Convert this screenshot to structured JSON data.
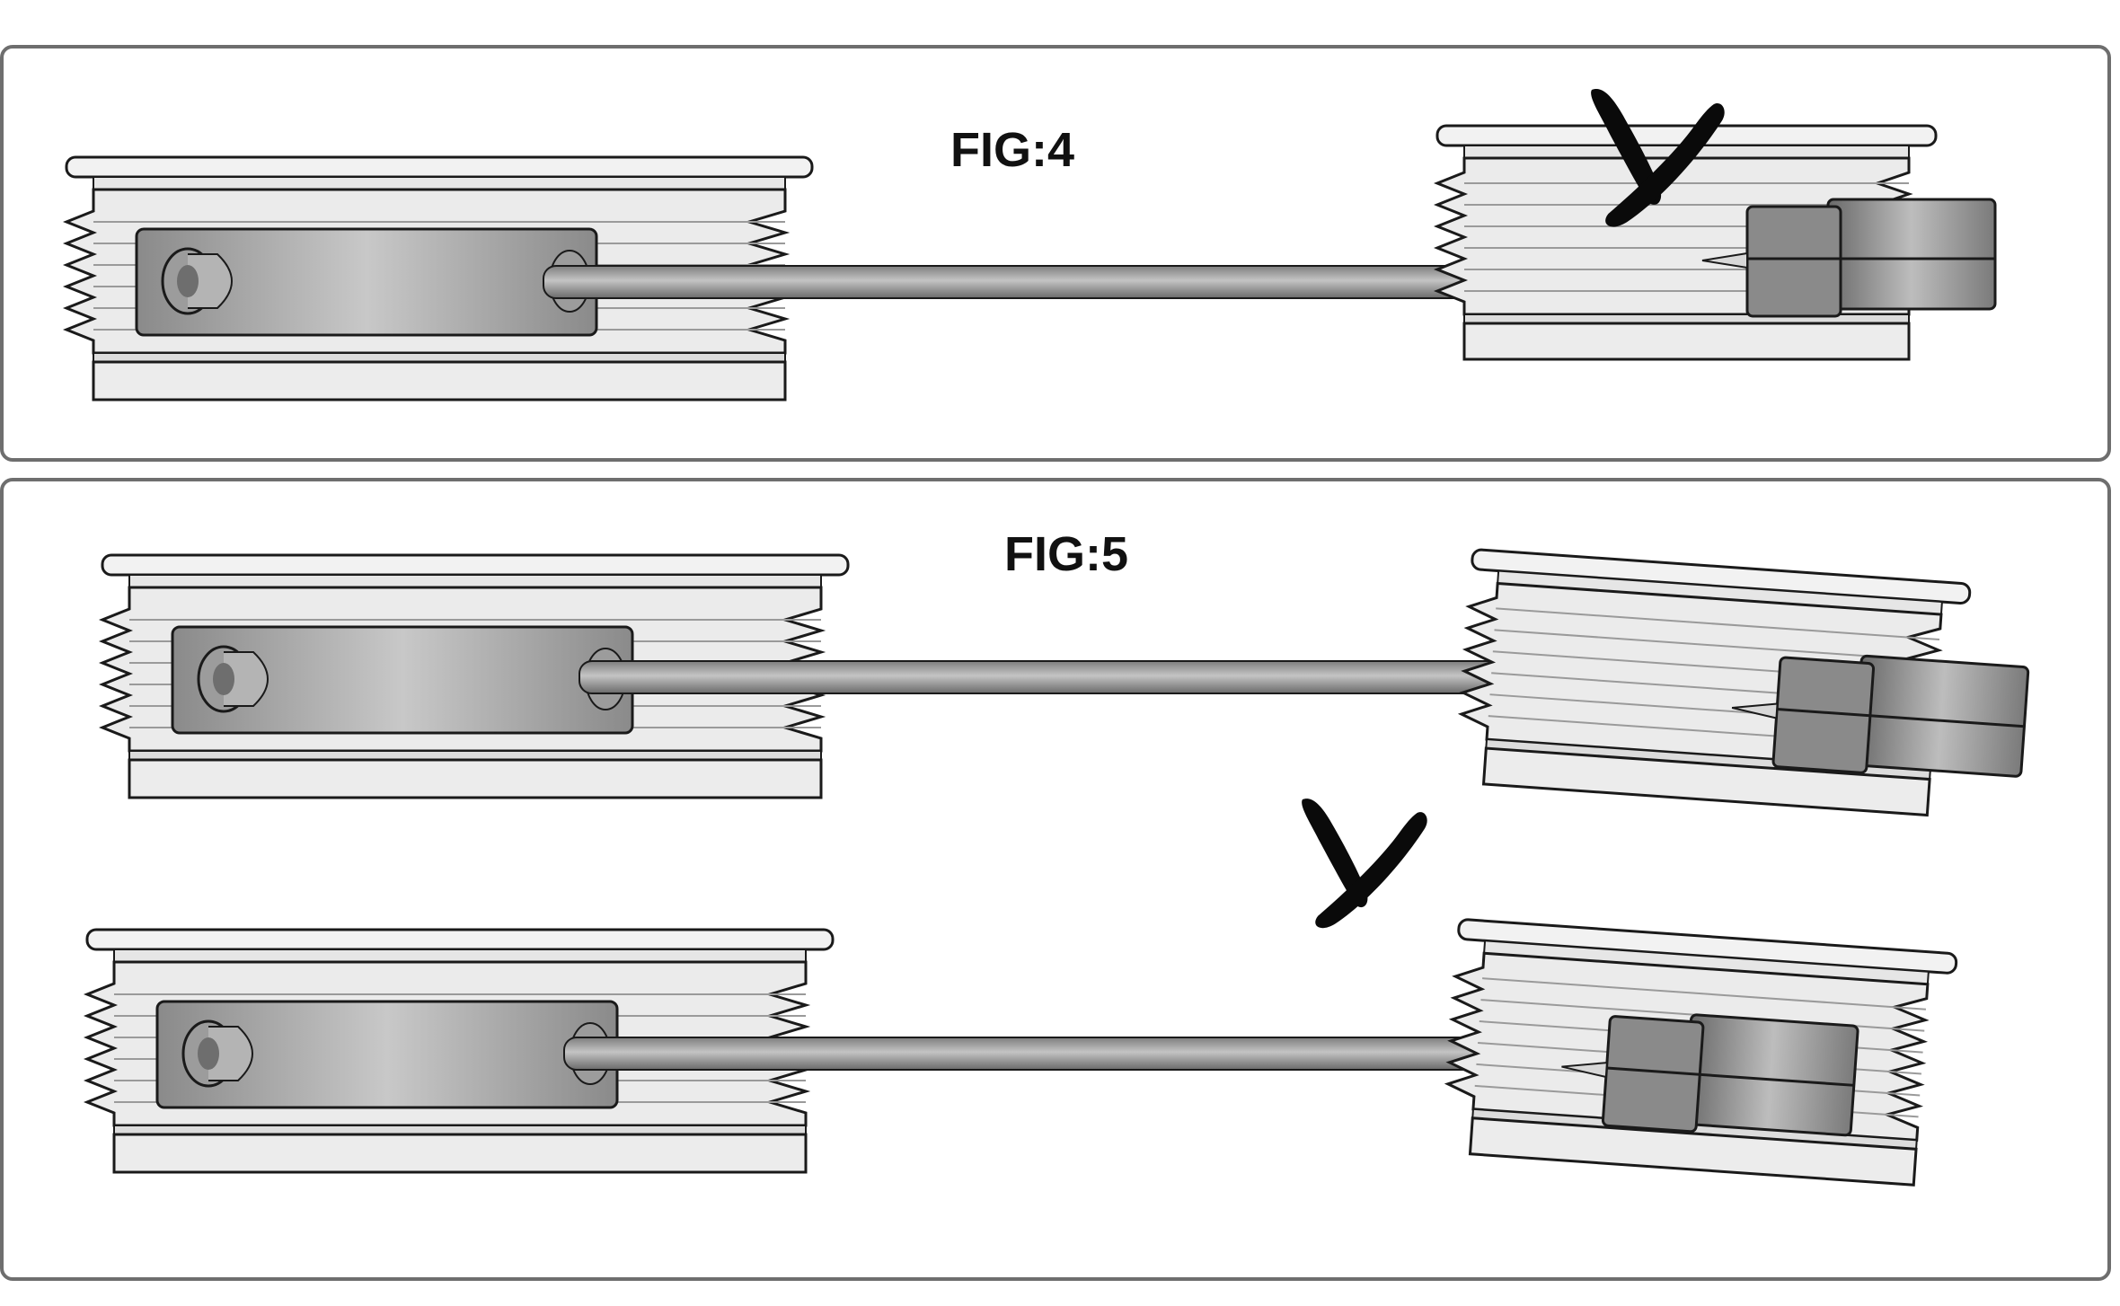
{
  "figures": {
    "fig4": {
      "label": "FIG:4",
      "verdict": "incorrect"
    },
    "fig5": {
      "label": "FIG:5",
      "verdict": "incorrect"
    }
  },
  "icons": {
    "wrong_mark": "x-mark-icon"
  },
  "colors": {
    "outline": "#1a1a1a",
    "panel_border": "#6e6e6e",
    "pulley_light": "#ececec",
    "bar_mid": "#9a9a9a",
    "mark": "#0a0a0a"
  }
}
